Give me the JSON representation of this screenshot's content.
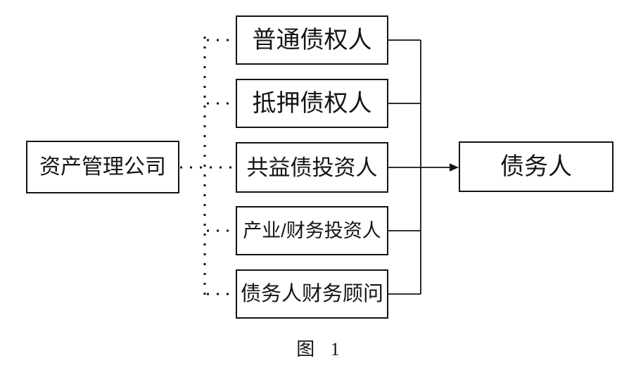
{
  "figure": {
    "caption": "图 1"
  },
  "nodes": {
    "source": {
      "label": "资产管理公司"
    },
    "intermediaries": [
      {
        "label": "普通债权人"
      },
      {
        "label": "抵押债权人"
      },
      {
        "label": "共益债投资人"
      },
      {
        "label": "产业/财务投资人"
      },
      {
        "label": "债务人财务顾问"
      }
    ],
    "target": {
      "label": "债务人"
    }
  },
  "edges": [
    {
      "from": "资产管理公司",
      "to": "普通债权人",
      "style": "dotted"
    },
    {
      "from": "资产管理公司",
      "to": "抵押债权人",
      "style": "dotted"
    },
    {
      "from": "资产管理公司",
      "to": "共益债投资人",
      "style": "dotted"
    },
    {
      "from": "资产管理公司",
      "to": "产业/财务投资人",
      "style": "dotted"
    },
    {
      "from": "资产管理公司",
      "to": "债务人财务顾问",
      "style": "dotted"
    },
    {
      "from": "普通债权人",
      "to": "债务人",
      "style": "solid"
    },
    {
      "from": "抵押债权人",
      "to": "债务人",
      "style": "solid"
    },
    {
      "from": "共益债投资人",
      "to": "债务人",
      "style": "solid-arrow"
    },
    {
      "from": "产业/财务投资人",
      "to": "债务人",
      "style": "solid"
    },
    {
      "from": "债务人财务顾问",
      "to": "债务人",
      "style": "solid"
    }
  ],
  "colors": {
    "line": "#141414",
    "background": "#ffffff"
  }
}
